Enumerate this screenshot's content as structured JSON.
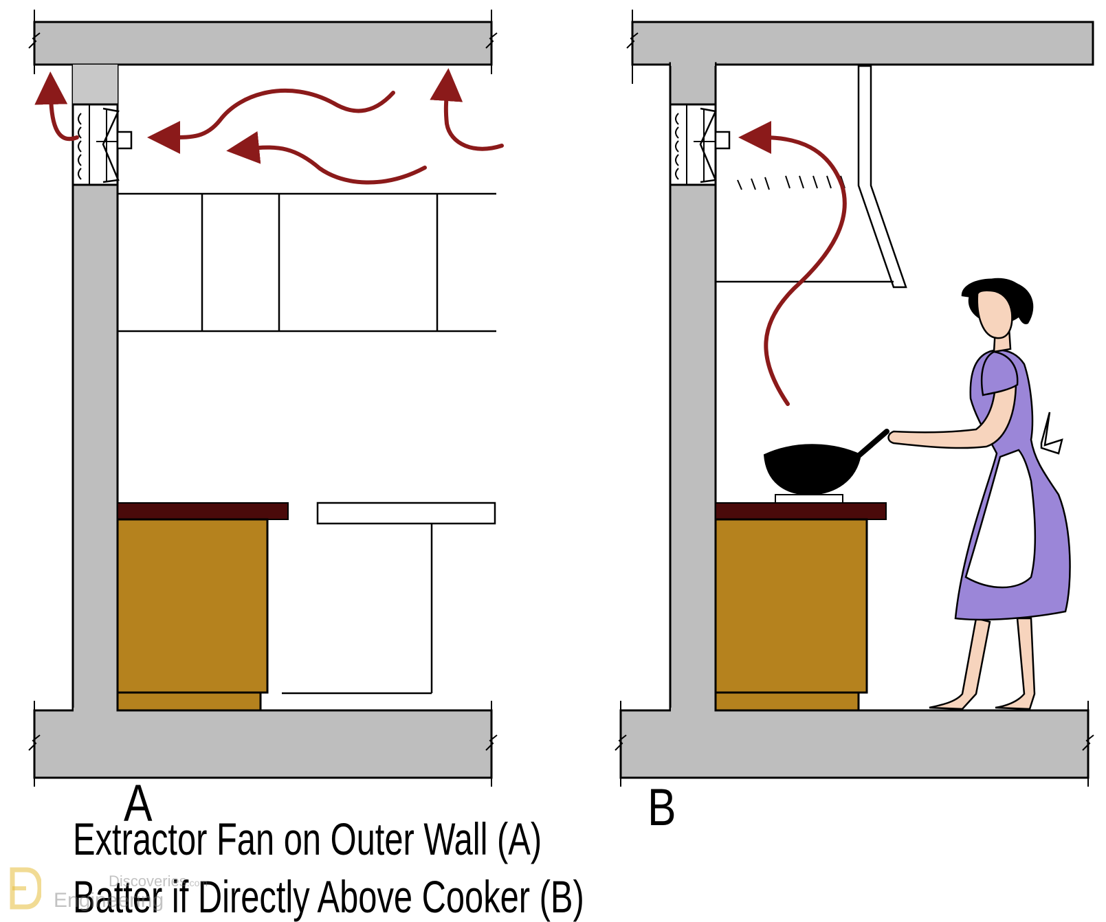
{
  "labels": {
    "panel_a": "A",
    "panel_b": "B"
  },
  "caption": {
    "line1": "Extractor Fan on Outer Wall (A)",
    "line2": "Batter if Directly Above Cooker (B)"
  },
  "watermark": {
    "brand_top": "Discoveries",
    "brand_suffix": ".com",
    "brand_bottom": "Engineering"
  },
  "colors": {
    "concrete": "#bebebe",
    "outline": "#000000",
    "airflow_arrow": "#8b1a1a",
    "cabinet": "#b5821e",
    "countertop": "#4a0a0a",
    "dress": "#9b86d8",
    "skin": "#f7d4bd",
    "apron": "#ffffff",
    "hair": "#000000",
    "wok": "#000000"
  }
}
